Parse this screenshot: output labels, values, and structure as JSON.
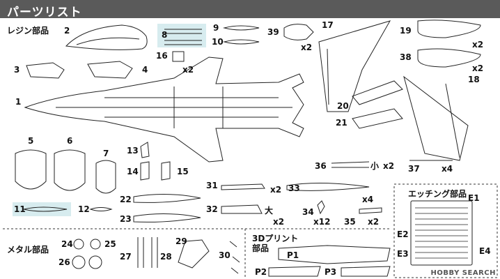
{
  "header": {
    "title": "パーツリスト"
  },
  "sections": {
    "resin": "レジン部品",
    "metal": "メタル部品",
    "print3d_line1": "3Dプリント",
    "print3d_line2": "部品",
    "etching": "エッチング部品"
  },
  "labels": {
    "p1": "1",
    "p2": "2",
    "p3": "3",
    "p4": "4",
    "p5": "5",
    "p6": "6",
    "p7": "7",
    "p8": "8",
    "p9": "9",
    "p10": "10",
    "p11": "11",
    "p12": "12",
    "p13": "13",
    "p14": "14",
    "p15": "15",
    "p16": "16",
    "p17": "17",
    "p18": "18",
    "p19": "19",
    "p20": "20",
    "p21": "21",
    "p22": "22",
    "p23": "23",
    "p24": "24",
    "p25": "25",
    "p26": "26",
    "p27": "27",
    "p28": "28",
    "p29": "29",
    "p30": "30",
    "p31": "31",
    "p32": "32",
    "p33": "33",
    "p34": "34",
    "p35": "35",
    "p36": "36",
    "p37": "37",
    "p38": "38",
    "p39": "39",
    "P1": "P1",
    "P2": "P2",
    "P3": "P3",
    "E1": "E1",
    "E2": "E2",
    "E3": "E3",
    "E4": "E4"
  },
  "counts": {
    "x2": "x2",
    "x4": "x4",
    "x12": "x12"
  },
  "size_marks": {
    "small": "小",
    "large": "大"
  },
  "watermark": "HOBBY SEARCH"
}
